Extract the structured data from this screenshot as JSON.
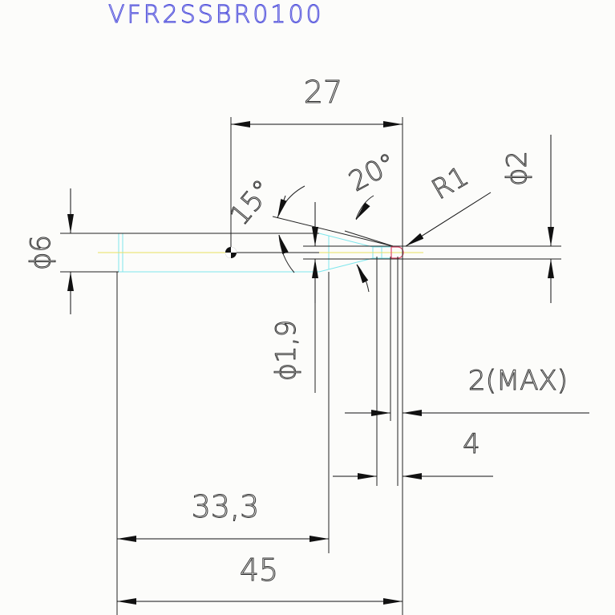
{
  "title": "VFR2SSBR0100",
  "dimensions": {
    "top_length": "27",
    "angle_15": "15°",
    "angle_20": "20°",
    "radius": "R1",
    "tip_diameter": "ϕ2",
    "shank_diameter": "ϕ6",
    "neck_diameter": "ϕ1,9",
    "max_depth": "2(MAX)",
    "tip_length": "4",
    "neck_length": "33,3",
    "overall_length": "45"
  },
  "colors": {
    "title": "#4a4adb",
    "line": "#222222",
    "tool_outline": "#7fe6ec",
    "centerline": "#e8e060",
    "tip": "#e04a6a"
  }
}
